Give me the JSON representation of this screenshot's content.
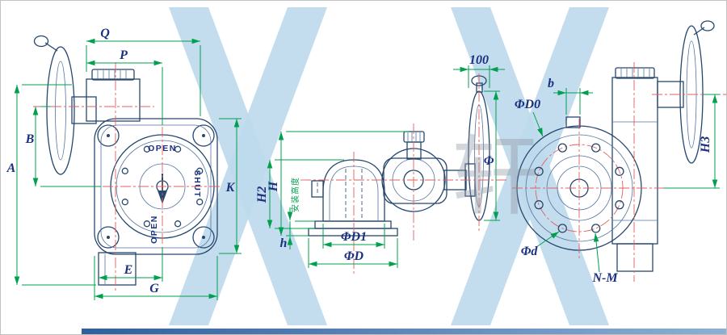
{
  "watermark": {
    "char": "轩"
  },
  "colors": {
    "dimension_green": "#00A04E",
    "centerline_red": "#E06060",
    "body_fill_blue": "#C4D7EC",
    "outline_navy": "#26476E",
    "label_navy": "#1A3080",
    "watermark_blue": "#BED9EC",
    "watermark_gray": "#8C93A0",
    "accent_bar_blue": "#35679F"
  },
  "front_view": {
    "indicator": {
      "open_top": "OPEN",
      "shut_right": "SHUT",
      "open_bottom": "OPEN"
    },
    "dims": {
      "q": "Q",
      "p": "P",
      "a": "A",
      "b": "B",
      "k": "K",
      "e": "E",
      "g": "G"
    }
  },
  "side_view": {
    "dims": {
      "wheel_width": "100",
      "phi": "Φ",
      "h2": "H2",
      "h_total": "H",
      "h_base": "h",
      "phi_d1": "ΦD1",
      "phi_d": "ΦD"
    },
    "note": {
      "install_height": "安装高度"
    }
  },
  "end_view": {
    "dims": {
      "b": "b",
      "phi_d0": "ΦD0",
      "h3": "H3",
      "phi_d_bolt": "Φd",
      "bolt_spec": "N-M"
    }
  }
}
